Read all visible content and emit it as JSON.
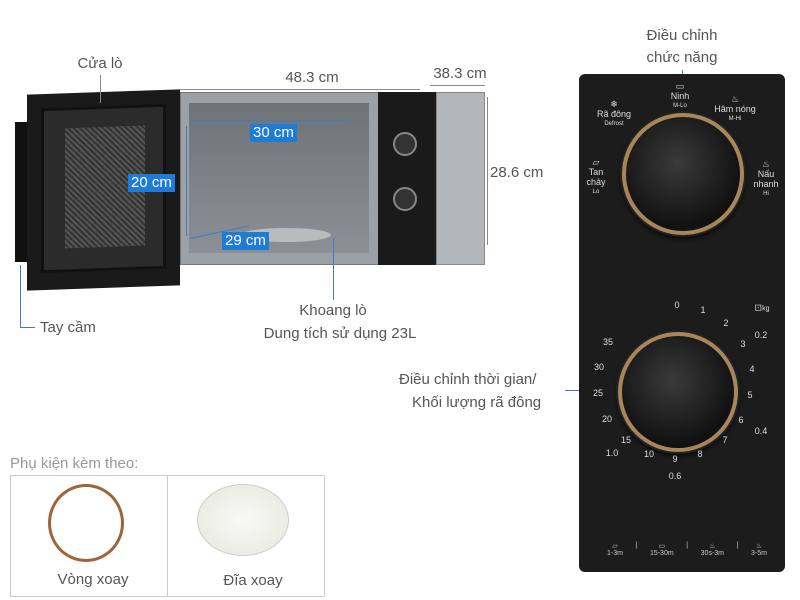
{
  "labels": {
    "door": "Cửa lò",
    "width": "48.3 cm",
    "depth": "38.3 cm",
    "height": "28.6 cm",
    "inner_width": "30 cm",
    "inner_height": "20 cm",
    "inner_depth": "29 cm",
    "handle": "Tay cầm",
    "cavity": "Khoang lò",
    "capacity": "Dung tích sử dụng 23L",
    "function_line1": "Điều chỉnh",
    "function_line2": "chức năng",
    "timer_line1": "Điều chỉnh thời gian/",
    "timer_line2": "Khối lượng rã đông"
  },
  "function_knob": [
    {
      "name": "Rã đông",
      "sub": "Defrost"
    },
    {
      "name": "Ninh",
      "sub": "M-Lo"
    },
    {
      "name": "Hâm nóng",
      "sub": "M-Hi"
    },
    {
      "name": "Tan chảy",
      "sub": "Lo"
    },
    {
      "name": "Nấu nhanh",
      "sub": "Hi"
    }
  ],
  "timer_knob": {
    "minutes": [
      "0",
      "1",
      "2",
      "3",
      "4",
      "5",
      "6",
      "7",
      "8",
      "9",
      "10",
      "15",
      "20",
      "25",
      "30",
      "35"
    ],
    "weights": [
      "0.2",
      "0.4",
      "0.6",
      "1.0"
    ],
    "weight_unit": "kg"
  },
  "guide": [
    "1-3m",
    "15-30m",
    "30s-3m",
    "3-5m"
  ],
  "accessories": {
    "title": "Phụ kiện kèm theo:",
    "items": [
      "Vòng xoay",
      "Đĩa xoay"
    ]
  },
  "colors": {
    "accent": "#1e7bd6",
    "panel": "#1c1c1c",
    "ring": "#a8865a"
  }
}
